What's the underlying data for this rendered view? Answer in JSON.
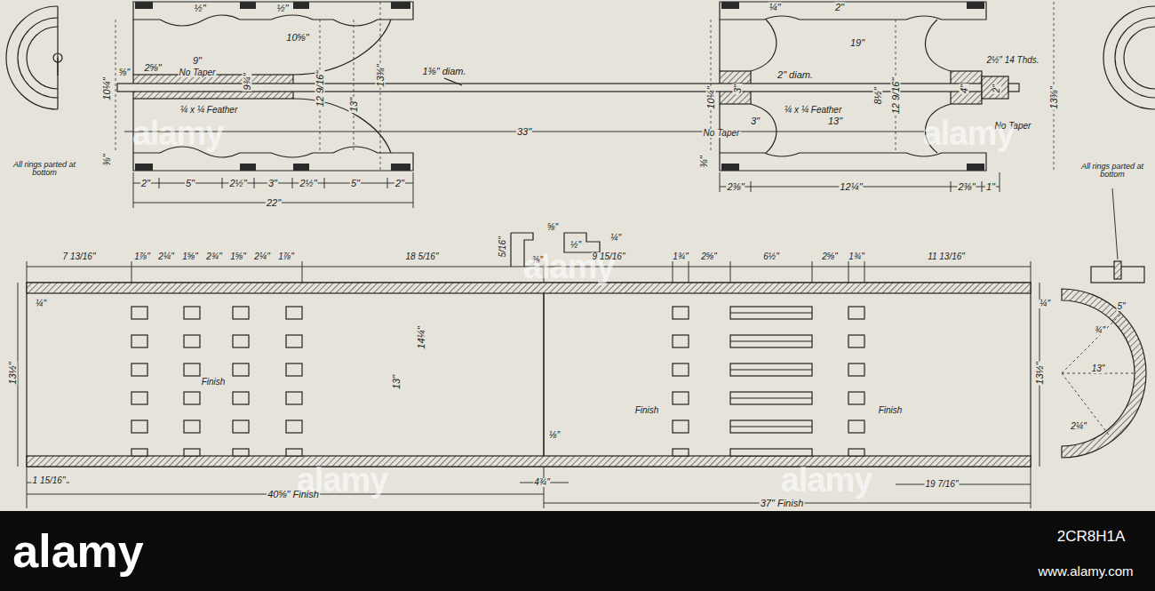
{
  "diagram": {
    "labels": [
      "½\"",
      "½\"",
      "10¼\"",
      "2⅝\"",
      "9\"",
      "No Taper",
      "9¾\"",
      "10⅝\"",
      "12 9/16\"",
      "13\"",
      "13⅜\"",
      "⅝\"",
      "¼ x ¼ Feather",
      "⅜\"",
      "All rings parted at bottom",
      "1⅜\" diam.",
      "33\"",
      "2\"",
      "5\"",
      "2½\"",
      "3\"",
      "2½\"",
      "5\"",
      "2\"",
      "22\"",
      "¼\"",
      "2\"",
      "19\"",
      "2½\" 14 Thds.",
      "2\" diam.",
      "10¼\"",
      "3\"",
      "8½\"",
      "12 9/16\"",
      "4\"",
      "2\"",
      "13⅜\"",
      "¼ x ¼ Feather",
      "13\"",
      "3\"",
      "No Taper",
      "No Taper",
      "⅜\"",
      "2⅜\"",
      "12¼\"",
      "2⅜\"",
      "1\"",
      "All rings parted at bottom",
      "⅝\"",
      "5/16\"",
      "½\"",
      "⅜\"",
      "¼\"",
      "7 13/16\"",
      "1⅞\"",
      "2¼\"",
      "1⅝\"",
      "2¾\"",
      "1⅝\"",
      "2¼\"",
      "1⅞\"",
      "18 5/16\"",
      "9 15/16\"",
      "1¾\"",
      "2⅝\"",
      "6½\"",
      "2⅝\"",
      "1¾\"",
      "11 13/16\"",
      "13½\"",
      "¼\"",
      "14¼\"",
      "13\"",
      "Finish",
      "Finish",
      "Finish",
      "⅛\"",
      "13½\"",
      "¼\"",
      "¾\"",
      "5\"",
      "13\"",
      "2¼\"",
      "1 15/16\"",
      "40⅝\" Finish",
      "4¾\"",
      "37\" Finish",
      "19 7/16\"",
      "alamy",
      "alamy",
      "alamy",
      "alamy",
      "alamy",
      "alamy",
      "2CR8H1A",
      "www.alamy.com"
    ]
  }
}
